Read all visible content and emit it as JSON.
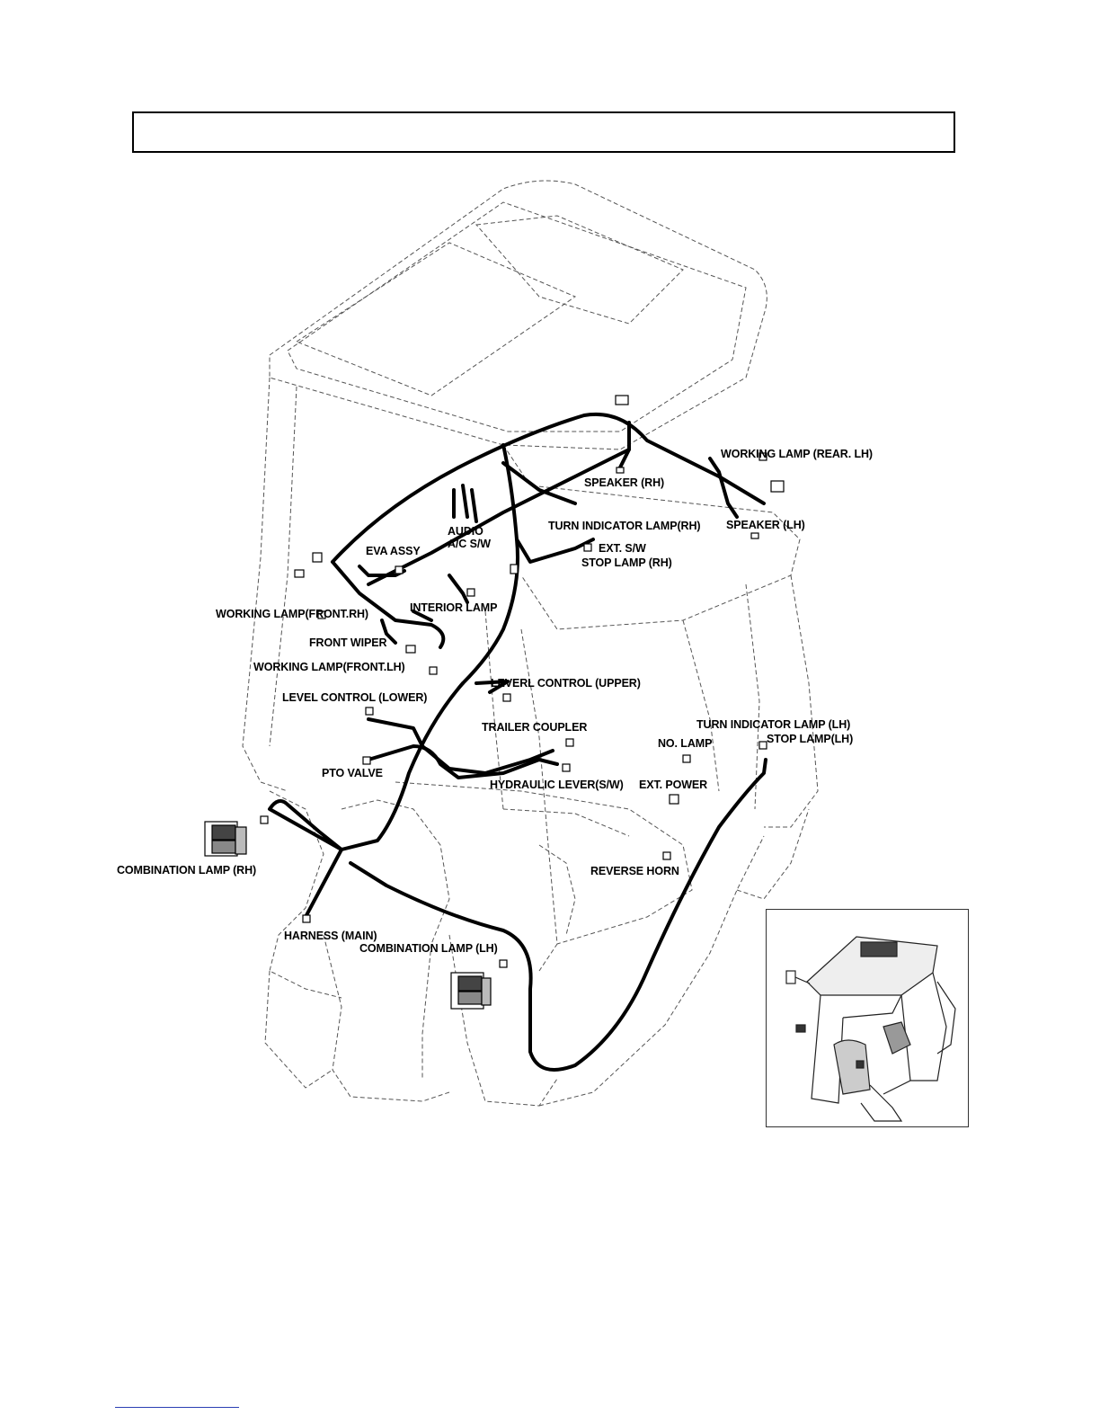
{
  "header": {
    "title": ""
  },
  "labels": {
    "working_lamp_rear_lh": "WORKING LAMP (REAR. LH)",
    "speaker_rh": "SPEAKER (RH)",
    "audio": "AUDIO",
    "ac_sw": "A/C S/W",
    "turn_indicator_lamp_rh": "TURN INDICATOR LAMP(RH)",
    "speaker_lh": "SPEAKER (LH)",
    "eva_assy": "EVA ASSY",
    "ext_sw": "EXT. S/W",
    "stop_lamp_rh": "STOP LAMP (RH)",
    "interior_lamp": "INTERIOR LAMP",
    "working_lamp_front_rh": "WORKING LAMP(FRONT.RH)",
    "front_wiper": "FRONT WIPER",
    "working_lamp_front_lh": "WORKING LAMP(FRONT.LH)",
    "leverl_control_upper": "LEVERL CONTROL (UPPER)",
    "level_control_lower": "LEVEL CONTROL (LOWER)",
    "trailer_coupler": "TRAILER COUPLER",
    "turn_indicator_lamp_lh": "TURN INDICATOR LAMP (LH)",
    "no_lamp": "NO. LAMP",
    "stop_lamp_lh": "STOP LAMP(LH)",
    "pto_valve": "PTO VALVE",
    "hydraulic_lever_sw": "HYDRAULIC LEVER(S/W)",
    "ext_power": "EXT. POWER",
    "combination_lamp_rh": "COMBINATION LAMP (RH)",
    "reverse_horn": "REVERSE HORN",
    "harness_main": "HARNESS (MAIN)",
    "combination_lamp_lh": "COMBINATION LAMP (LH)"
  },
  "colors": {
    "line": "#000000",
    "outline": "#555555",
    "footer_rule": "#2b3fb4"
  }
}
